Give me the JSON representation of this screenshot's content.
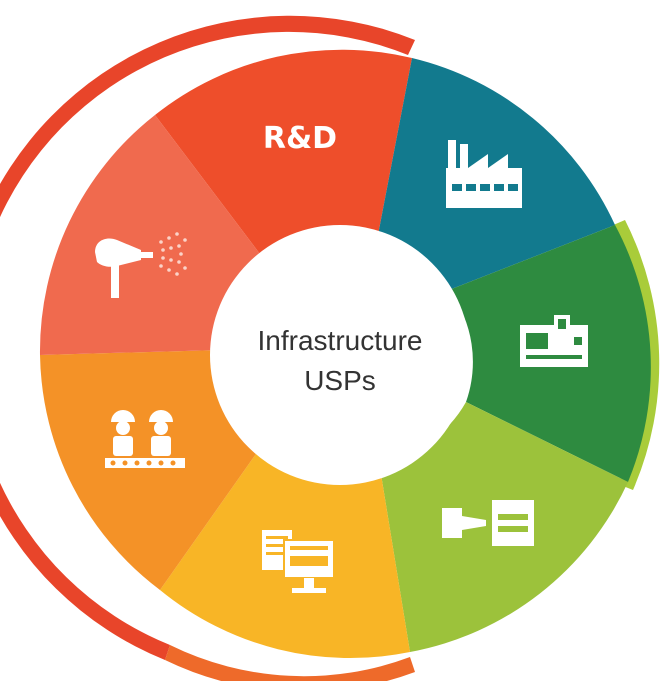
{
  "center": {
    "line1": "Infrastructure",
    "line2": "USPs"
  },
  "segments": [
    {
      "label": "R&D",
      "icon": "rd-label",
      "color": "#EE4E2B"
    },
    {
      "label": "",
      "icon": "factory-icon",
      "color": "#127A8E"
    },
    {
      "label": "",
      "icon": "cnc-machine-icon",
      "color": "#2E8B40"
    },
    {
      "label": "",
      "icon": "injection-molding-icon",
      "color": "#9CC23B"
    },
    {
      "label": "",
      "icon": "computer-design-icon",
      "color": "#F8B526"
    },
    {
      "label": "",
      "icon": "workers-assembly-icon",
      "color": "#F49227"
    },
    {
      "label": "",
      "icon": "spray-gun-icon",
      "color": "#F06A4E"
    }
  ],
  "accents": {
    "outer_ring_top": "#E8452A",
    "outer_ring_right": "#A9CC3A",
    "outer_ring_bottom": "#EE6A2A"
  }
}
